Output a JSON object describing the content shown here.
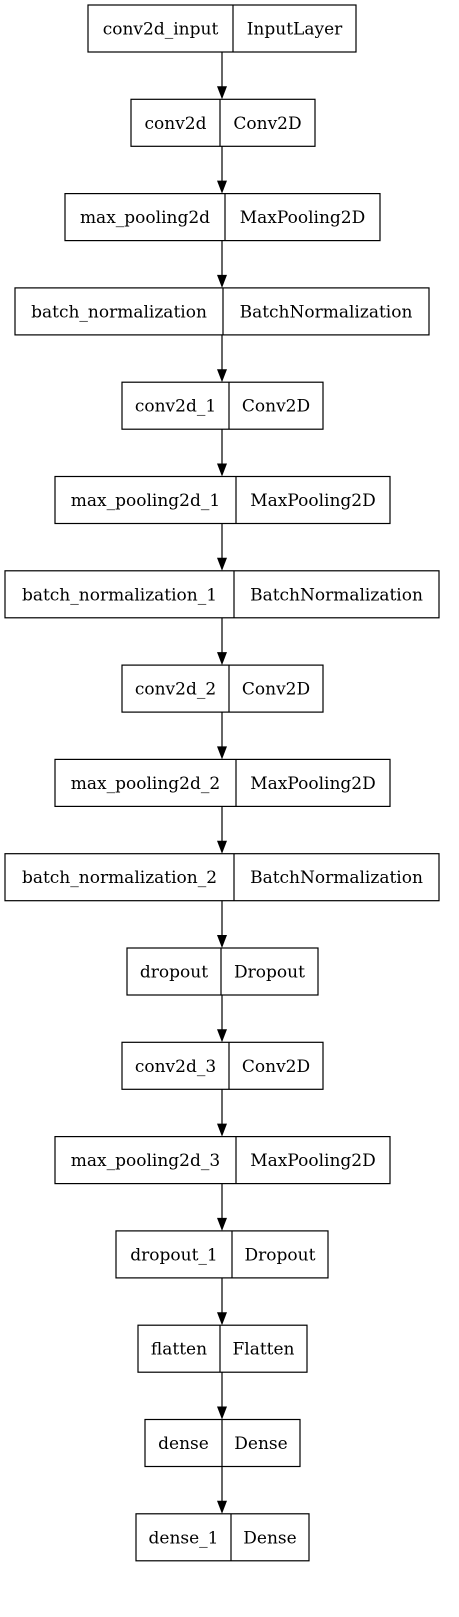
{
  "nodes": [
    {
      "name": "conv2d_input",
      "type": "InputLayer"
    },
    {
      "name": "conv2d",
      "type": "Conv2D"
    },
    {
      "name": "max_pooling2d",
      "type": "MaxPooling2D"
    },
    {
      "name": "batch_normalization",
      "type": "BatchNormalization"
    },
    {
      "name": "conv2d_1",
      "type": "Conv2D"
    },
    {
      "name": "max_pooling2d_1",
      "type": "MaxPooling2D"
    },
    {
      "name": "batch_normalization_1",
      "type": "BatchNormalization"
    },
    {
      "name": "conv2d_2",
      "type": "Conv2D"
    },
    {
      "name": "max_pooling2d_2",
      "type": "MaxPooling2D"
    },
    {
      "name": "batch_normalization_2",
      "type": "BatchNormalization"
    },
    {
      "name": "dropout",
      "type": "Dropout"
    },
    {
      "name": "conv2d_3",
      "type": "Conv2D"
    },
    {
      "name": "max_pooling2d_3",
      "type": "MaxPooling2D"
    },
    {
      "name": "dropout_1",
      "type": "Dropout"
    },
    {
      "name": "flatten",
      "type": "Flatten"
    },
    {
      "name": "dense",
      "type": "Dense"
    },
    {
      "name": "dense_1",
      "type": "Dense"
    }
  ]
}
